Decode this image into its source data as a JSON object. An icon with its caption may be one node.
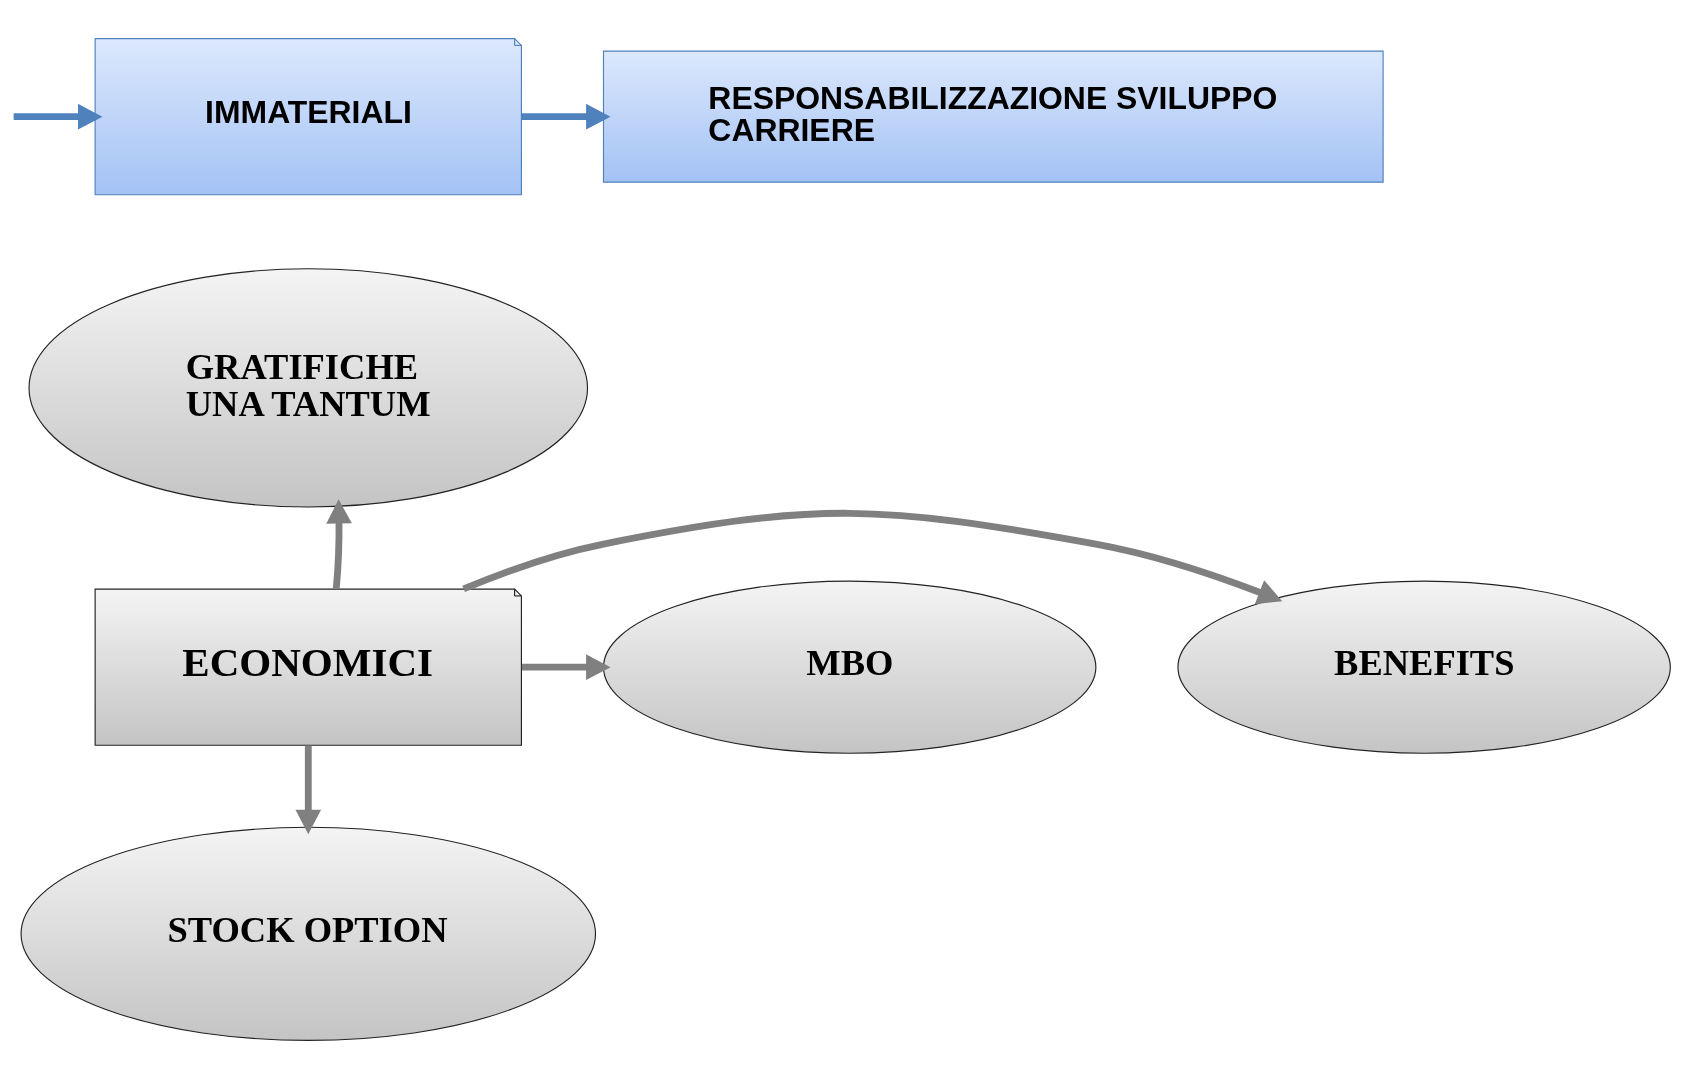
{
  "diagram": {
    "nodes": [
      {
        "text": [
          "IMMATERIALI"
        ]
      },
      {
        "text": [
          "RESPONSABILIZZAZIONE SVILUPPO CARRIERE"
        ]
      },
      {
        "text": [
          "GRATIFICHE UNA TANTUM"
        ]
      },
      {
        "text": [
          "BENEFITS"
        ]
      },
      {
        "text": [
          "ECONOMICI"
        ]
      },
      {
        "text": [
          "MBO"
        ]
      },
      {
        "text": [
          "STOCK OPTION"
        ]
      }
    ],
    "edges": [
      {
        "from": null,
        "to": 0,
        "arrow": "to",
        "color": "#4f81bd"
      },
      {
        "from": 0,
        "to": 1,
        "arrow": "to",
        "color": "#4f81bd"
      },
      {
        "from": 4,
        "to": 2,
        "arrow": "to"
      },
      {
        "from": 4,
        "to": 3,
        "arrow": "to"
      },
      {
        "from": 4,
        "to": 5,
        "arrow": "to"
      },
      {
        "from": 4,
        "to": 6,
        "arrow": "to"
      }
    ]
  }
}
